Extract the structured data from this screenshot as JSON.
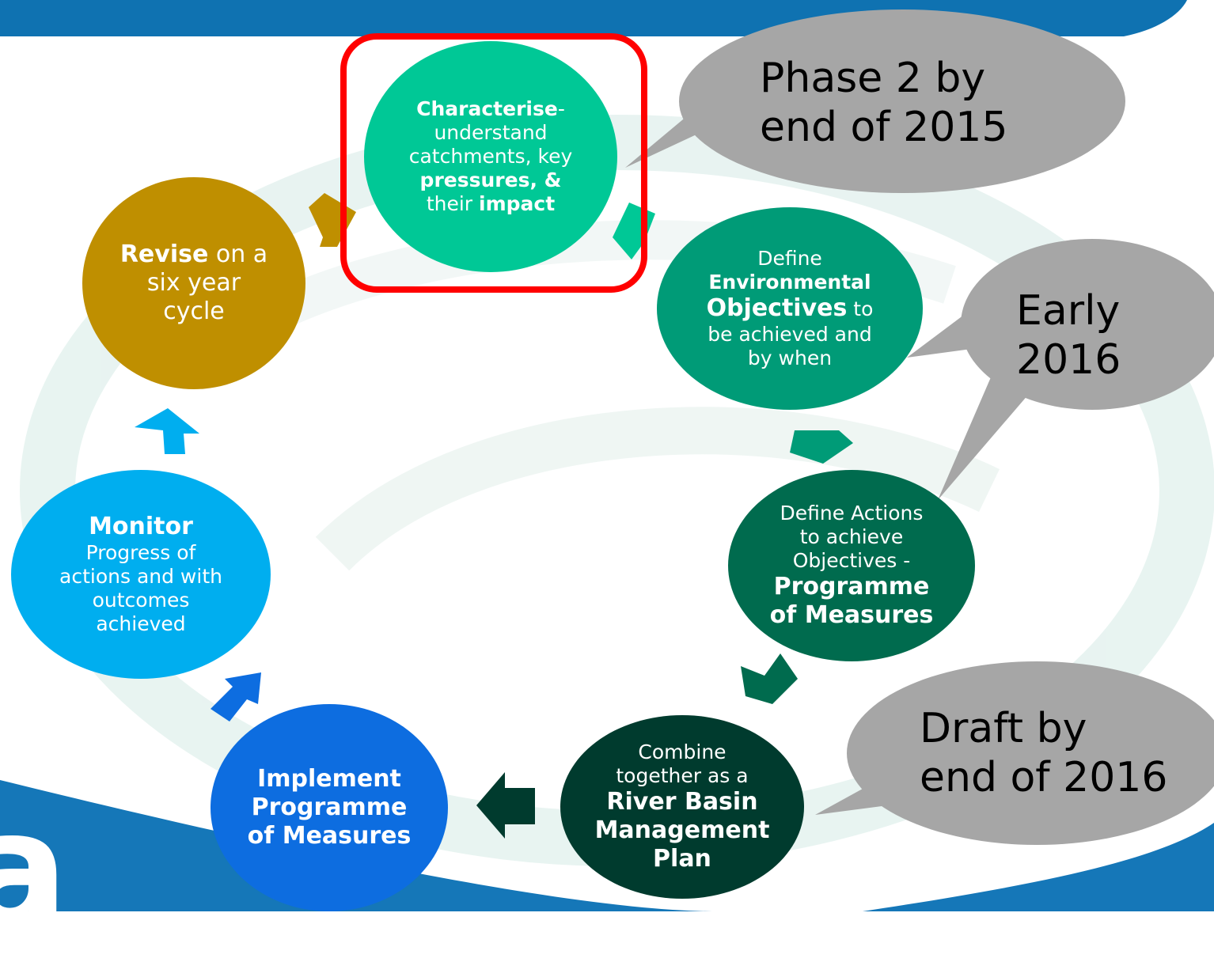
{
  "colors": {
    "banner": "#0f72b1",
    "highlight_box": "#ff0000",
    "callout": "#a6a6a6",
    "characterise": "#00c896",
    "objectives": "#009b77",
    "actions": "#006b4e",
    "plan": "#003b2e",
    "implement": "#0d6de0",
    "monitor": "#00aeef",
    "revise": "#bf8f00"
  },
  "logo_text": "a",
  "nodes": {
    "characterise": {
      "bold1": "Characterise",
      "text1": "-",
      "text2": "understand",
      "text3": "catchments,  key",
      "bold2": "pressures, &",
      "text4": "their ",
      "bold3": "impact"
    },
    "objectives": {
      "text1": "Define",
      "bold1": "Environmental",
      "bold2": "Objectives",
      "text2": " to",
      "text3": "be achieved and",
      "text4": "by when"
    },
    "actions": {
      "text1": "Define Actions",
      "text2": "to achieve",
      "text3": "Objectives -",
      "bold1": "Programme",
      "bold2": "of Measures"
    },
    "plan": {
      "text1": "Combine",
      "text2": "together as a",
      "bold1": "River Basin",
      "bold2": "Management",
      "bold3": "Plan"
    },
    "implement": {
      "bold1": "Implement",
      "bold2": "Programme",
      "bold3": "of Measures"
    },
    "monitor": {
      "bold1": "Monitor",
      "text1": "Progress of",
      "text2": "actions and with",
      "text3": "outcomes",
      "text4": "achieved"
    },
    "revise": {
      "bold1": "Revise",
      "text1": " on a",
      "text2": "six year",
      "text3": "cycle"
    }
  },
  "callouts": {
    "phase2": {
      "line1": "Phase 2 by",
      "line2": "end of 2015"
    },
    "early": {
      "line1": "Early",
      "line2": "2016"
    },
    "draft": {
      "line1": "Draft by",
      "line2": "end of 2016"
    }
  }
}
